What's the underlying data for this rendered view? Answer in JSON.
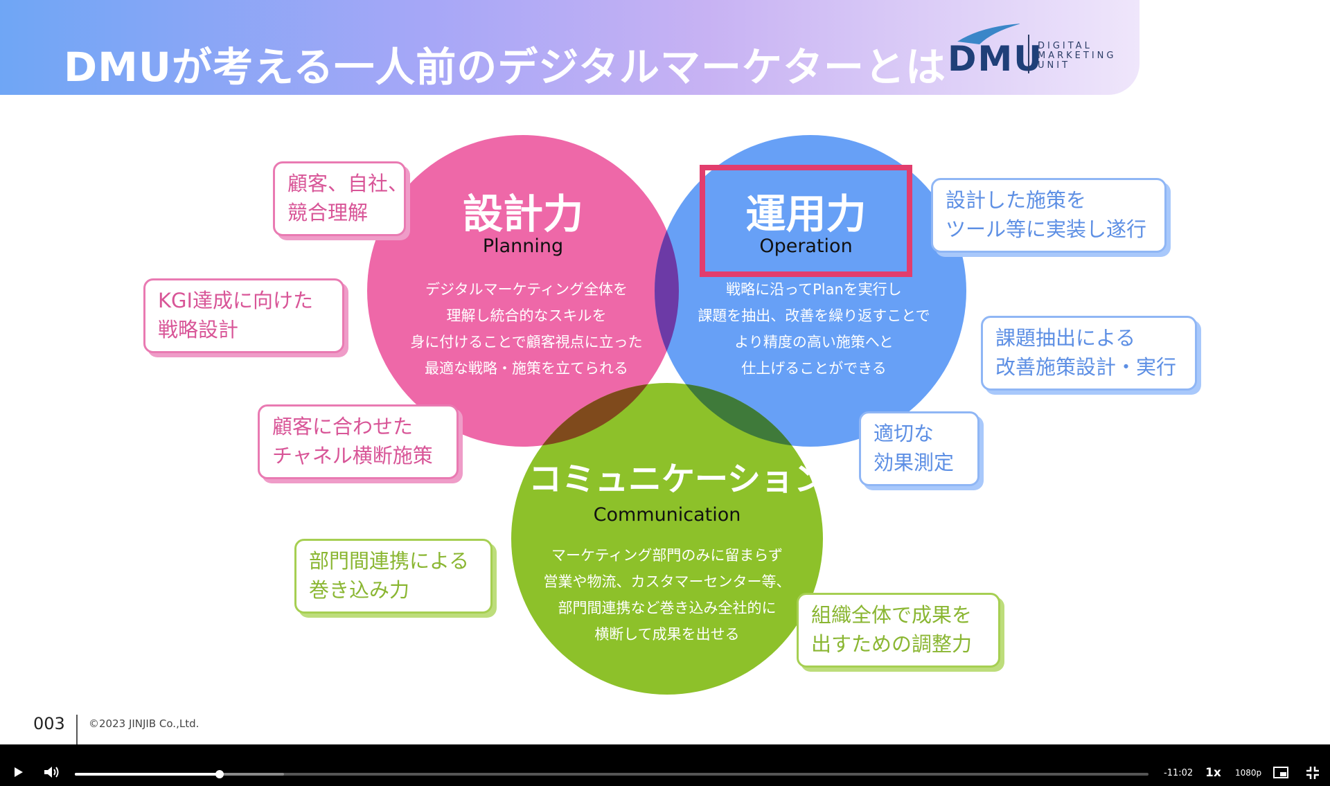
{
  "slide": {
    "title": "DMUが考える一人前のデジタルマーケターとは",
    "logo": {
      "text": "DMU",
      "sub_lines": [
        "DIGITAL",
        "MARKETING",
        "UNIT"
      ]
    },
    "circles": {
      "planning": {
        "title": "設計力",
        "subtitle": "Planning",
        "desc": [
          "デジタルマーケティング全体を",
          "理解し統合的なスキルを",
          "身に付けることで顧客視点に立った",
          "最適な戦略・施策を立てられる"
        ],
        "color": "#ee68a8"
      },
      "operation": {
        "title": "運用力",
        "subtitle": "Operation",
        "desc": [
          "戦略に沿ってPlanを実行し",
          "課題を抽出、改善を繰り返すことで",
          "より精度の高い施策へと",
          "仕上げることができる"
        ],
        "color": "#67a0f6"
      },
      "communication": {
        "title": "コミュニケーション力",
        "subtitle": "Communication",
        "desc": [
          "マーケティング部門のみに留まらず",
          "営業や物流、カスタマーセンター等、",
          "部門間連携など巻き込み全社的に",
          "横断して成果を出せる"
        ],
        "color": "#8dc12a"
      }
    },
    "callouts": {
      "p1": [
        "顧客、自社、",
        "競合理解"
      ],
      "p2": [
        "KGI達成に向けた",
        "戦略設計"
      ],
      "p3": [
        "顧客に合わせた",
        "チャネル横断施策"
      ],
      "b1": [
        "設計した施策を",
        "ツール等に実装し遂行"
      ],
      "b2": [
        "課題抽出による",
        "改善施策設計・実行"
      ],
      "b3": [
        "適切な",
        "効果測定"
      ],
      "g1": [
        "部門間連携による",
        "巻き込み力"
      ],
      "g2": [
        "組織全体で成果を",
        "出すための調整力"
      ]
    },
    "page_number": "003",
    "copyright": "©2023 JINJIB Co.,Ltd."
  },
  "player": {
    "time_remaining": "-11:02",
    "speed": "1x",
    "quality": "1080p",
    "progress": 0.135,
    "buffered": 0.195,
    "icons": [
      "play-icon",
      "volume-icon",
      "picture-in-picture-icon",
      "exit-fullscreen-icon"
    ]
  }
}
